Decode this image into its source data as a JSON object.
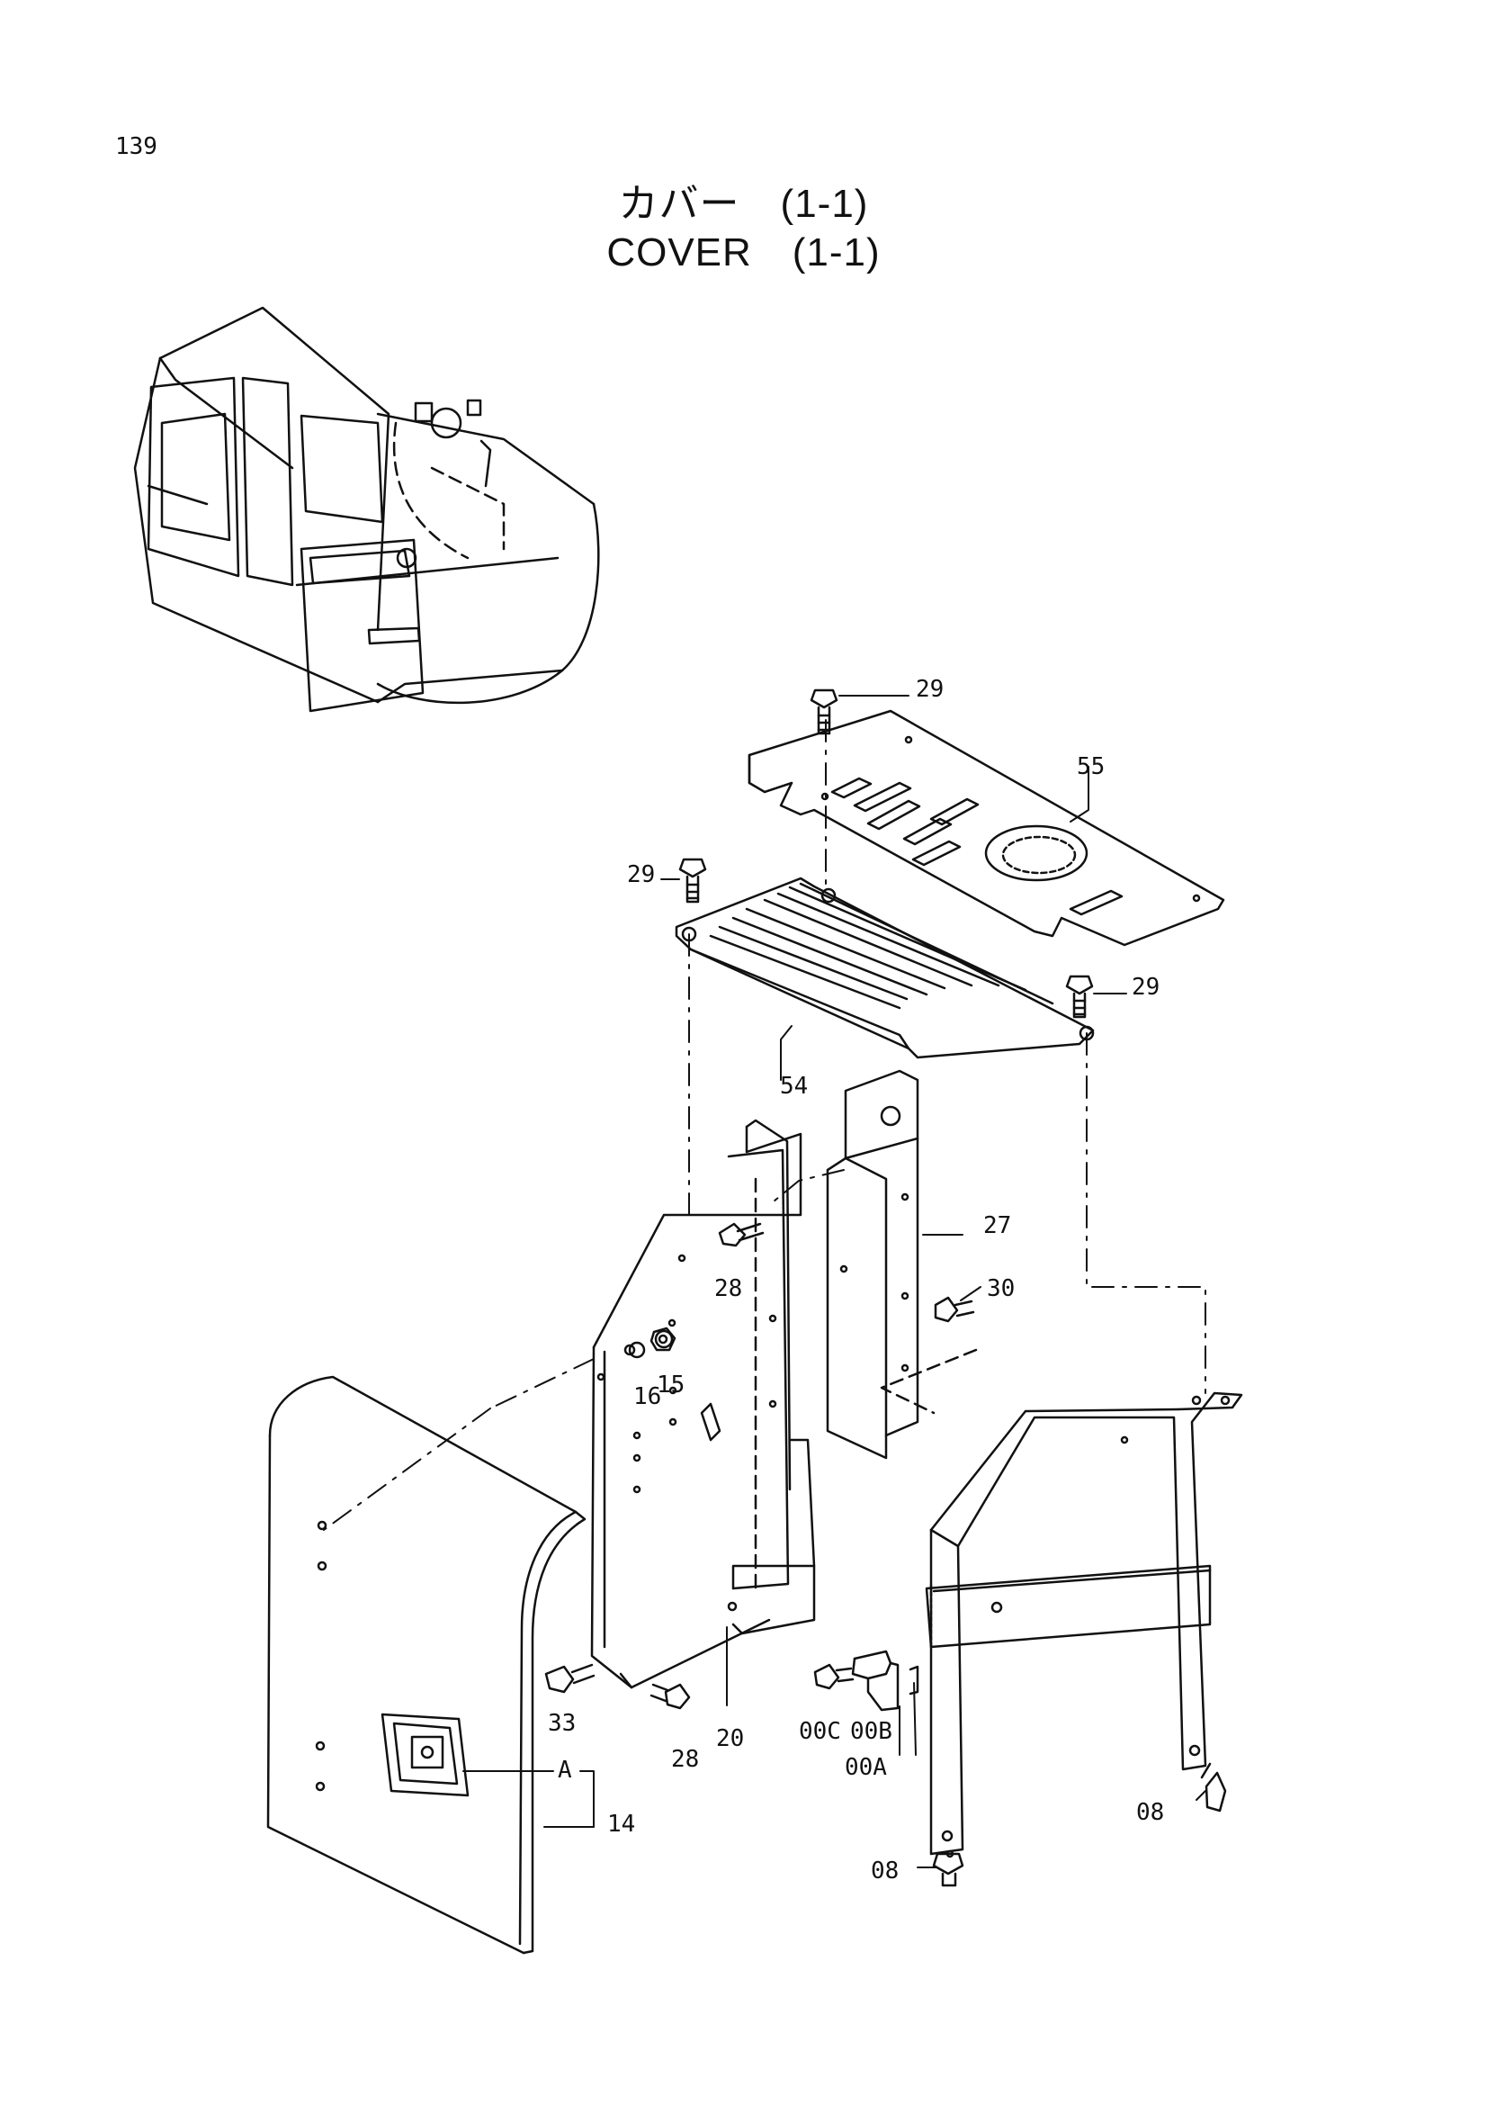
{
  "page_number": "139",
  "title_jp": "カバー　(1-1)",
  "title_en": "COVER　(1-1)",
  "callouts": {
    "c29a": "29",
    "c55": "55",
    "c29b": "29",
    "c29c": "29",
    "c54": "54",
    "c27": "27",
    "c30": "30",
    "c28a": "28",
    "c16": "16",
    "c15": "15",
    "c33": "33",
    "c28b": "28",
    "c20": "20",
    "cA": "A",
    "c14": "14",
    "c00C": "00C",
    "c00B": "00B",
    "c00A": "00A",
    "c08a": "08",
    "c08b": "08"
  }
}
